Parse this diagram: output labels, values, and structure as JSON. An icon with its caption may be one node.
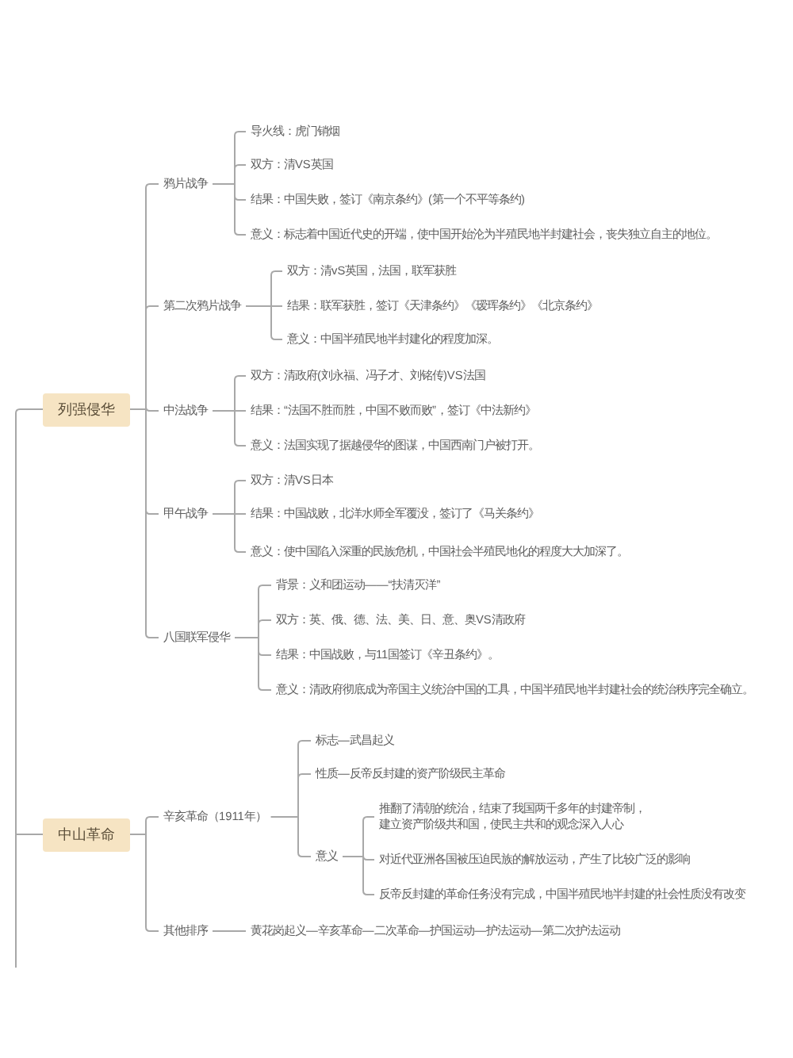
{
  "diagram": {
    "nodes": [
      {
        "text": [
          "列强侵华"
        ]
      },
      {
        "text": [
          "鸦片战争"
        ]
      },
      {
        "text": [
          "导火线：虎门销烟"
        ]
      },
      {
        "text": [
          "双方：清VS英国"
        ]
      },
      {
        "text": [
          "结果：中国失败，签订《南京条约》(第一个不平等条约)"
        ]
      },
      {
        "text": [
          "意义：标志着中国近代史的开端，使中国开始沦为半殖民地半封建社会，丧失独立自主的地位。"
        ]
      },
      {
        "text": [
          "第二次鸦片战争"
        ]
      },
      {
        "text": [
          "双方：清vS英国，法国，联军获胜"
        ]
      },
      {
        "text": [
          "结果：联军获胜，签订《天津条约》《瑷珲条约》《北京条约》"
        ]
      },
      {
        "text": [
          "意义：中国半殖民地半封建化的程度加深。"
        ]
      },
      {
        "text": [
          "中法战争"
        ]
      },
      {
        "text": [
          "双方：清政府(刘永福、冯子才、刘铭传)VS法国"
        ]
      },
      {
        "text": [
          "结果：“法国不胜而胜，中国不败而败”，签订《中法新约》"
        ]
      },
      {
        "text": [
          "意义：法国实现了据越侵华的图谋，中国西南门户被打开。"
        ]
      },
      {
        "text": [
          "甲午战争"
        ]
      },
      {
        "text": [
          "双方：清VS日本"
        ]
      },
      {
        "text": [
          "结果：中国战败，北洋水师全军覆没，签订了《马关条约》"
        ]
      },
      {
        "text": [
          "意义：使中国陷入深重的民族危机，中国社会半殖民地化的程度大大加深了。"
        ]
      },
      {
        "text": [
          "八国联军侵华"
        ]
      },
      {
        "text": [
          "背景：义和团运动——“扶清灭洋”"
        ]
      },
      {
        "text": [
          "双方：英、俄、德、法、美、日、意、奥VS清政府"
        ]
      },
      {
        "text": [
          "结果：中国战败，与11国签订《辛丑条约》。"
        ]
      },
      {
        "text": [
          "意义：清政府彻底成为帝国主义统治中国的工具，中国半殖民地半封建社会的统治秩序完全确立。"
        ]
      },
      {
        "text": [
          "中山革命"
        ]
      },
      {
        "text": [
          "辛亥革命（1911年）"
        ]
      },
      {
        "text": [
          "标志—武昌起义"
        ]
      },
      {
        "text": [
          "性质—反帝反封建的资产阶级民主革命"
        ]
      },
      {
        "text": [
          "意义"
        ]
      },
      {
        "text": [
          "推翻了清朝的统治，结束了我国两千多年的封建帝制，建立资产阶级共和国，使民主共和的观念深入人心"
        ]
      },
      {
        "text": [
          "对近代亚洲各国被压迫民族的解放运动，产生了比较广泛的影响"
        ]
      },
      {
        "text": [
          "反帝反封建的革命任务没有完成，中国半殖民地半封建的社会性质没有改变"
        ]
      },
      {
        "text": [
          "其他排序"
        ]
      },
      {
        "text": [
          "黄花岗起义—辛亥革命—二次革命—护国运动—护法运动—第二次护法运动"
        ]
      }
    ],
    "edges": [
      {
        "from": null,
        "to": 0,
        "arrow": "none"
      },
      {
        "from": null,
        "to": 23,
        "arrow": "none"
      },
      {
        "from": 0,
        "to": 1,
        "arrow": "none"
      },
      {
        "from": 0,
        "to": 6,
        "arrow": "none"
      },
      {
        "from": 0,
        "to": 10,
        "arrow": "none"
      },
      {
        "from": 0,
        "to": 14,
        "arrow": "none"
      },
      {
        "from": 0,
        "to": 18,
        "arrow": "none"
      },
      {
        "from": 1,
        "to": 2,
        "arrow": "none"
      },
      {
        "from": 1,
        "to": 3,
        "arrow": "none"
      },
      {
        "from": 1,
        "to": 4,
        "arrow": "none"
      },
      {
        "from": 1,
        "to": 5,
        "arrow": "none"
      },
      {
        "from": 6,
        "to": 7,
        "arrow": "none"
      },
      {
        "from": 6,
        "to": 8,
        "arrow": "none"
      },
      {
        "from": 6,
        "to": 9,
        "arrow": "none"
      },
      {
        "from": 10,
        "to": 11,
        "arrow": "none"
      },
      {
        "from": 10,
        "to": 12,
        "arrow": "none"
      },
      {
        "from": 10,
        "to": 13,
        "arrow": "none"
      },
      {
        "from": 14,
        "to": 15,
        "arrow": "none"
      },
      {
        "from": 14,
        "to": 16,
        "arrow": "none"
      },
      {
        "from": 14,
        "to": 17,
        "arrow": "none"
      },
      {
        "from": 18,
        "to": 19,
        "arrow": "none"
      },
      {
        "from": 18,
        "to": 20,
        "arrow": "none"
      },
      {
        "from": 18,
        "to": 21,
        "arrow": "none"
      },
      {
        "from": 18,
        "to": 22,
        "arrow": "none"
      },
      {
        "from": 23,
        "to": 24,
        "arrow": "none"
      },
      {
        "from": 23,
        "to": 31,
        "arrow": "none"
      },
      {
        "from": 24,
        "to": 25,
        "arrow": "none"
      },
      {
        "from": 24,
        "to": 26,
        "arrow": "none"
      },
      {
        "from": 24,
        "to": 27,
        "arrow": "none"
      },
      {
        "from": 27,
        "to": 28,
        "arrow": "none"
      },
      {
        "from": 27,
        "to": 29,
        "arrow": "none"
      },
      {
        "from": 27,
        "to": 30,
        "arrow": "none"
      },
      {
        "from": 31,
        "to": 32,
        "arrow": "none"
      }
    ]
  }
}
